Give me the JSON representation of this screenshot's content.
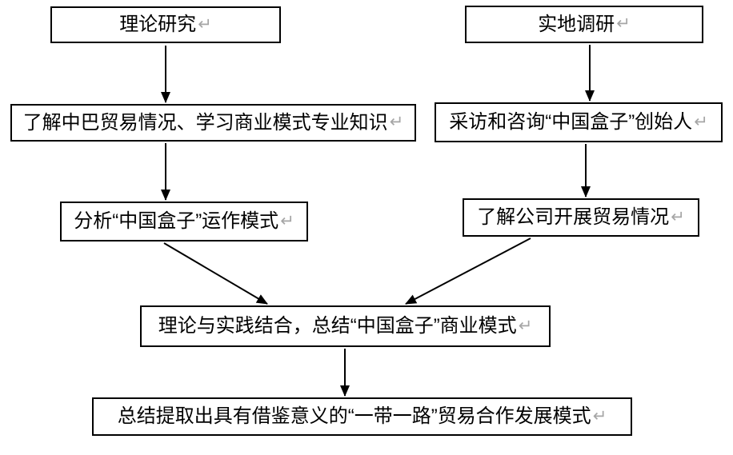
{
  "diagram": {
    "background_color": "#ffffff",
    "line_color": "#000000",
    "box_border_color": "#000000",
    "text_color": "#000000",
    "return_mark": "↵",
    "return_mark_color": "#a6a6a6",
    "nodes": [
      {
        "id": "theory-research",
        "label": "理论研究"
      },
      {
        "id": "field-research",
        "label": "实地调研"
      },
      {
        "id": "learn-trade-knowledge",
        "label": "了解中巴贸易情况、学习商业模式专业知识"
      },
      {
        "id": "interview-founder",
        "label": "采访和咨询“中国盒子”创始人"
      },
      {
        "id": "analyze-operation-model",
        "label": "分析“中国盒子”运作模式"
      },
      {
        "id": "understand-company-trade",
        "label": "了解公司开展贸易情况"
      },
      {
        "id": "combine-theory-practice",
        "label": "理论与实践结合，总结“中国盒子”商业模式"
      },
      {
        "id": "final-summary",
        "label": "总结提取出具有借鉴意义的“一带一路”贸易合作发展模式"
      }
    ],
    "edges": [
      {
        "from": "theory-research",
        "to": "learn-trade-knowledge"
      },
      {
        "from": "field-research",
        "to": "interview-founder"
      },
      {
        "from": "learn-trade-knowledge",
        "to": "analyze-operation-model"
      },
      {
        "from": "interview-founder",
        "to": "understand-company-trade"
      },
      {
        "from": "analyze-operation-model",
        "to": "combine-theory-practice"
      },
      {
        "from": "understand-company-trade",
        "to": "combine-theory-practice"
      },
      {
        "from": "combine-theory-practice",
        "to": "final-summary"
      }
    ]
  }
}
